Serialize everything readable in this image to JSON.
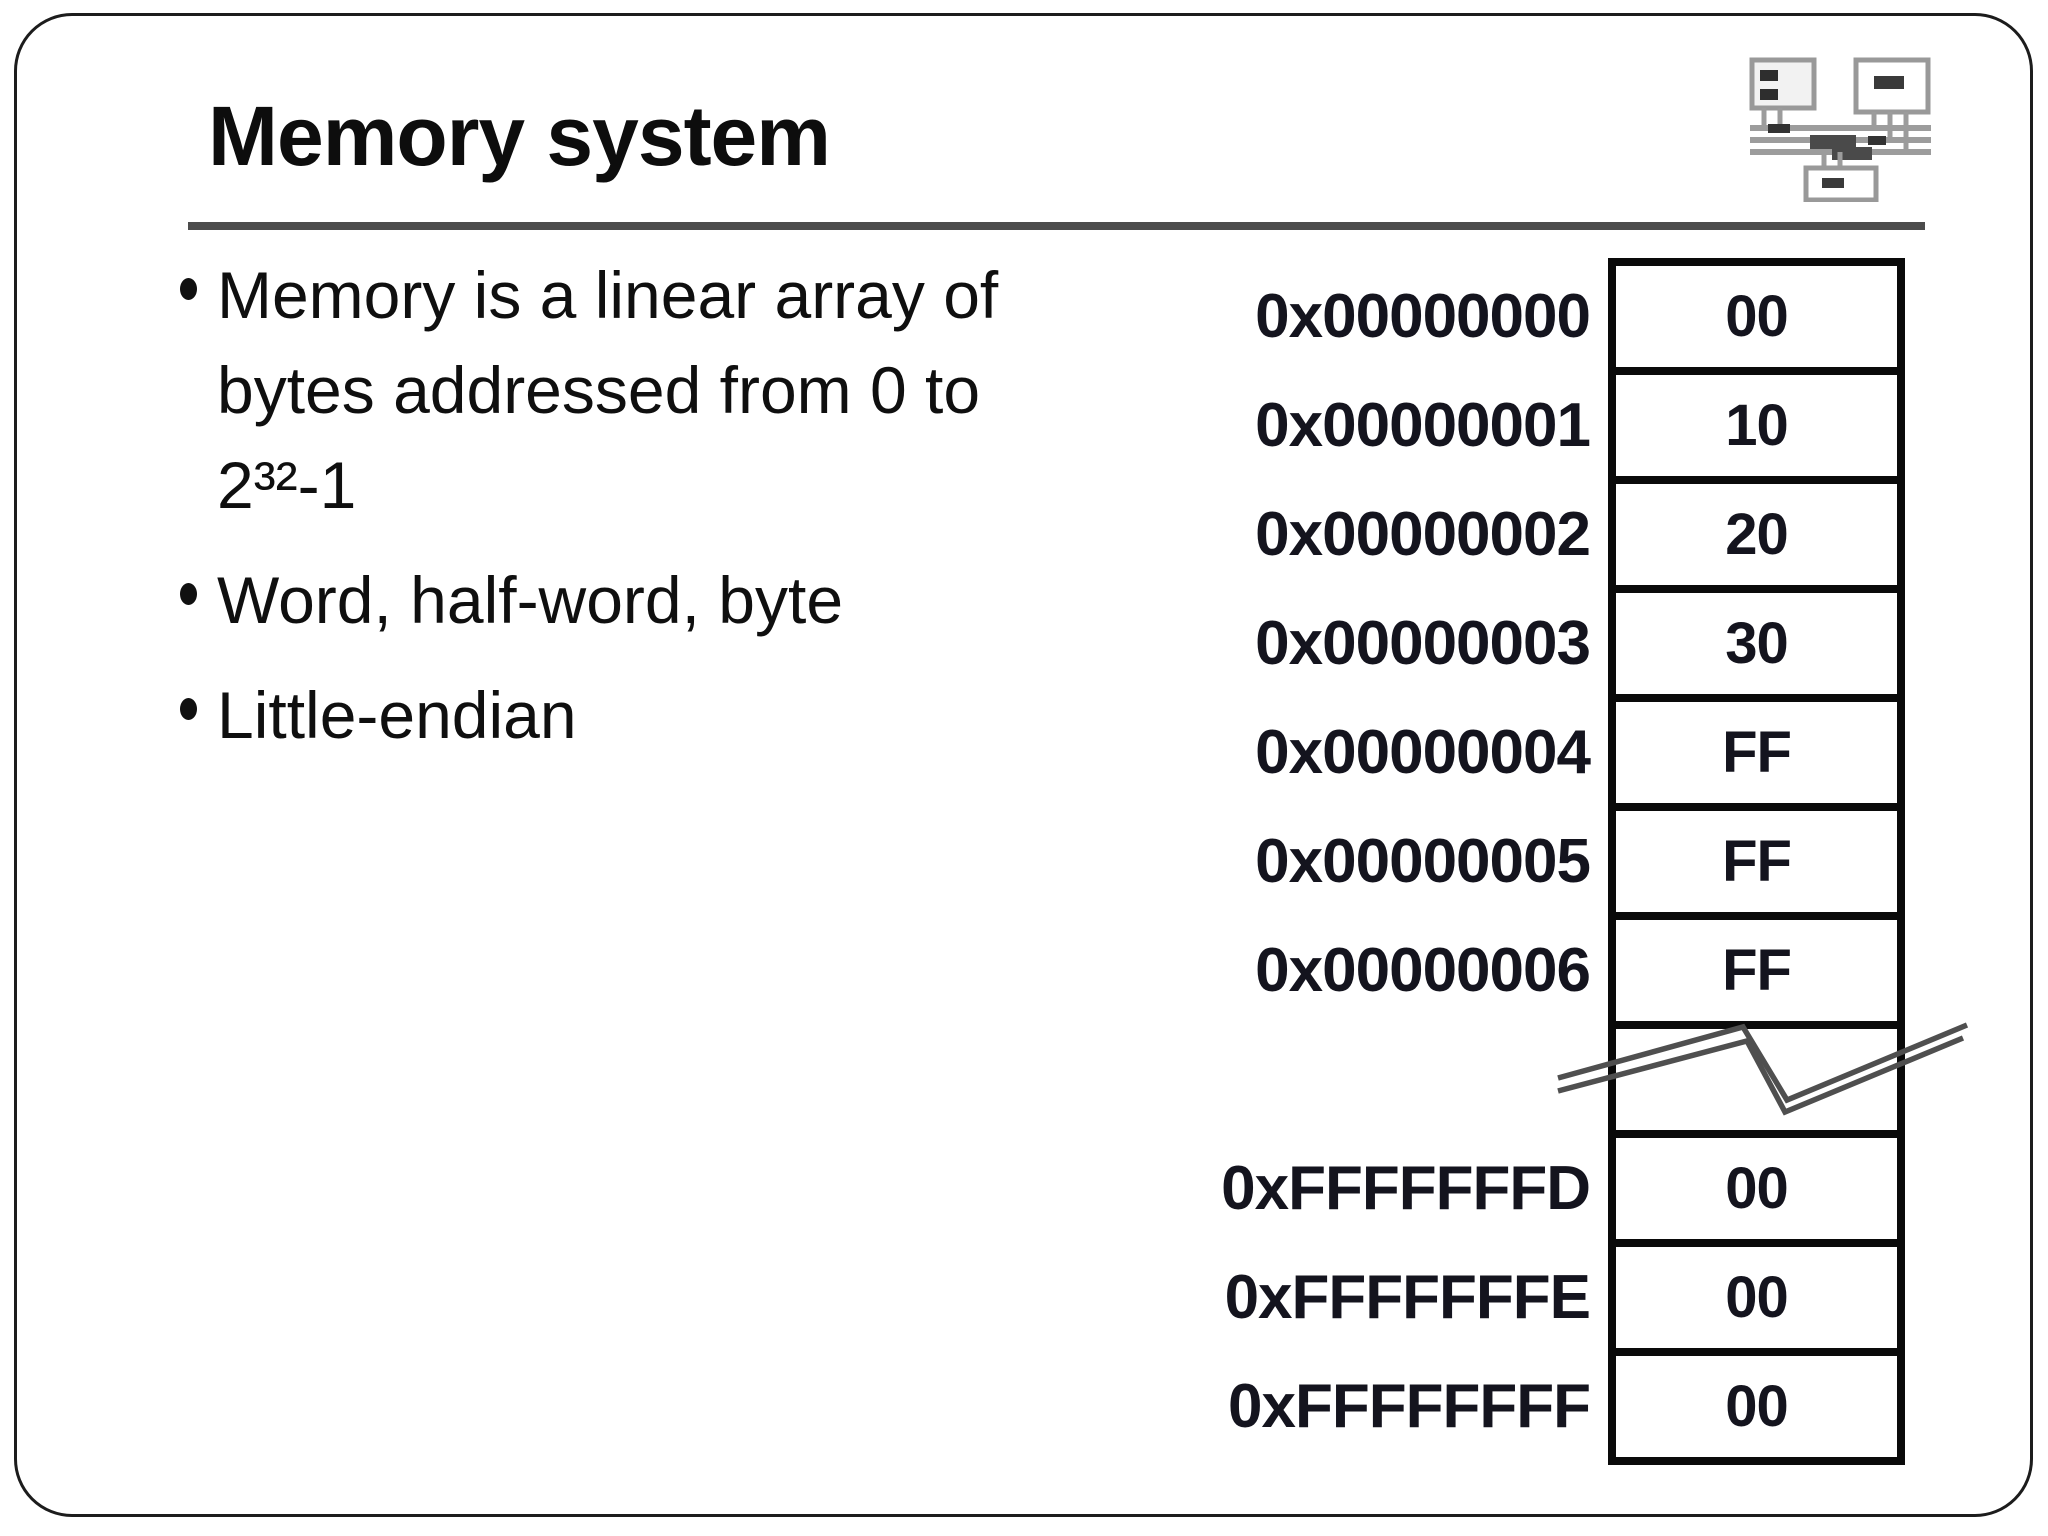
{
  "slide": {
    "title": "Memory system",
    "bullets": [
      {
        "lines": [
          "Memory is a linear array of",
          "bytes addressed from 0 to",
          "2³²-1"
        ]
      },
      {
        "lines": [
          "Word, half-word, byte"
        ]
      },
      {
        "lines": [
          "Little-endian"
        ]
      }
    ],
    "icon": "system-bus-block-diagram",
    "colors": {
      "text": "#0f0f0f",
      "underline": "#4c4c4c",
      "table_border": "#0a0a0a",
      "zigzag": "#4f4f4f",
      "icon_gray": "#999999"
    }
  },
  "memory_table": {
    "rows": [
      {
        "address": "0x00000000",
        "value": "00"
      },
      {
        "address": "0x00000001",
        "value": "10"
      },
      {
        "address": "0x00000002",
        "value": "20"
      },
      {
        "address": "0x00000003",
        "value": "30"
      },
      {
        "address": "0x00000004",
        "value": "FF"
      },
      {
        "address": "0x00000005",
        "value": "FF"
      },
      {
        "address": "0x00000006",
        "value": "FF"
      },
      {
        "address": "",
        "value": "",
        "break": "true"
      },
      {
        "address": "0xFFFFFFFD",
        "value": "00"
      },
      {
        "address": "0xFFFFFFFE",
        "value": "00"
      },
      {
        "address": "0xFFFFFFFF",
        "value": "00"
      }
    ]
  }
}
